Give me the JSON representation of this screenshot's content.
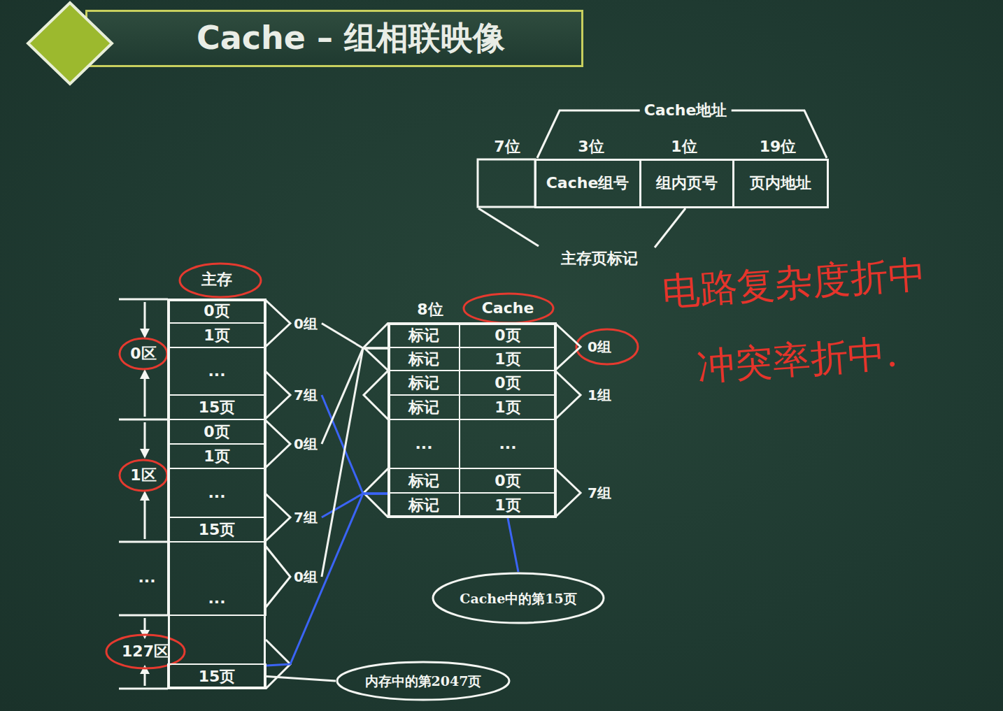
{
  "diagram": {
    "title": "Cache – 组相联映像",
    "nodes": [
      {
        "text": [
          "Cache组号"
        ]
      },
      {
        "text": [
          "组内页号"
        ]
      },
      {
        "text": [
          "页内地址"
        ]
      },
      {
        "text": [
          "主存"
        ]
      },
      {
        "text": [
          "0页"
        ],
        "in": 3
      },
      {
        "text": [
          "1页"
        ],
        "in": 3
      },
      {
        "text": [
          "..."
        ],
        "in": 3
      },
      {
        "text": [
          "15页"
        ],
        "in": 3
      },
      {
        "text": [
          "0页"
        ],
        "in": 3
      },
      {
        "text": [
          "1页"
        ],
        "in": 3
      },
      {
        "text": [
          "..."
        ],
        "in": 3
      },
      {
        "text": [
          "15页"
        ],
        "in": 3
      },
      {
        "text": [
          "..."
        ],
        "in": 3
      },
      {
        "text": [
          "15页"
        ],
        "in": 3
      },
      {
        "text": [
          "0组"
        ]
      },
      {
        "text": [
          "7组"
        ]
      },
      {
        "text": [
          "0组"
        ]
      },
      {
        "text": [
          "7组"
        ]
      },
      {
        "text": [
          "0组"
        ]
      },
      {
        "text": [
          "Cache"
        ]
      },
      {
        "text": [
          "标记"
        ],
        "in": 19
      },
      {
        "text": [
          "0页"
        ],
        "in": 19
      },
      {
        "text": [
          "标记"
        ],
        "in": 19
      },
      {
        "text": [
          "1页"
        ],
        "in": 19
      },
      {
        "text": [
          "标记"
        ],
        "in": 19
      },
      {
        "text": [
          "0页"
        ],
        "in": 19
      },
      {
        "text": [
          "标记"
        ],
        "in": 19
      },
      {
        "text": [
          "1页"
        ],
        "in": 19
      },
      {
        "text": [
          "..."
        ],
        "in": 19
      },
      {
        "text": [
          "..."
        ],
        "in": 19
      },
      {
        "text": [
          "标记"
        ],
        "in": 19
      },
      {
        "text": [
          "0页"
        ],
        "in": 19
      },
      {
        "text": [
          "标记"
        ],
        "in": 19
      },
      {
        "text": [
          "1页"
        ],
        "in": 19
      },
      {
        "text": [
          "0组"
        ]
      },
      {
        "text": [
          "1组"
        ]
      },
      {
        "text": [
          "7组"
        ]
      },
      {
        "text": [
          "Cache中的第15页"
        ]
      },
      {
        "text": [
          "内存中的第2047页"
        ]
      }
    ],
    "edges": [
      {
        "from": 14,
        "to": 20,
        "arrow": "none"
      },
      {
        "from": 15,
        "to": 30,
        "arrow": "none"
      },
      {
        "from": 16,
        "to": 20,
        "arrow": "none"
      },
      {
        "from": 17,
        "to": 30,
        "arrow": "none"
      },
      {
        "from": 18,
        "to": 20,
        "arrow": "none"
      },
      {
        "from": 13,
        "to": 30,
        "arrow": "none"
      },
      {
        "from": 33,
        "to": 37,
        "arrow": "none"
      },
      {
        "from": 13,
        "to": 38,
        "arrow": "none"
      }
    ],
    "labels": [
      "7位",
      "3位",
      "1位",
      "19位",
      "Cache地址",
      "主存页标记",
      "8位",
      "0区",
      "1区",
      "...",
      "127区",
      "电路复杂度折中",
      "冲突率折中."
    ]
  }
}
